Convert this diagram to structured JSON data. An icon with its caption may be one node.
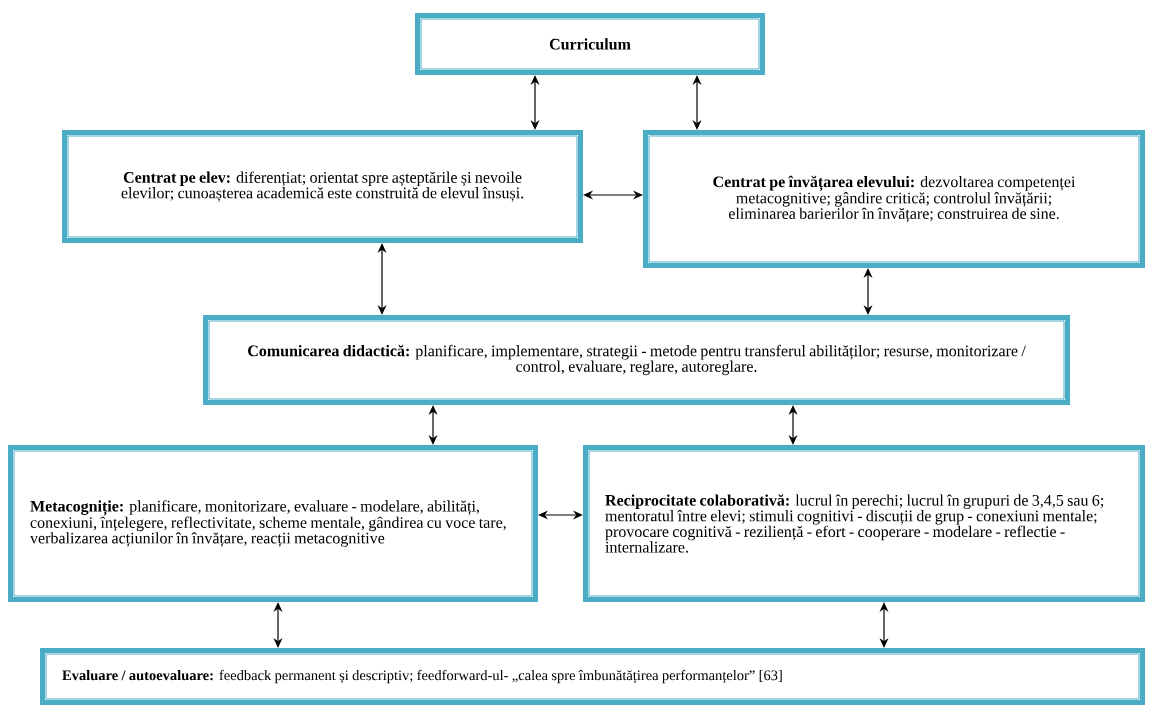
{
  "diagram": {
    "nodes": [
      {
        "text": [
          "**Curriculum**"
        ]
      },
      {
        "text": [
          "**Centrat pe elev:** diferențiat; orientat spre așteptările și nevoile elevilor; cunoașterea academică este construită de elevul însuși."
        ]
      },
      {
        "text": [
          "**Centrat pe învățarea elevului:** dezvoltarea competenței metacognitive; gândire critică; controlul învățării; eliminarea barierilor în învățare; construirea de sine."
        ]
      },
      {
        "text": [
          "**Comunicarea didactică:** planificare, implementare, strategii - metode pentru transferul abilităților; resurse, monitorizare / control, evaluare, reglare, autoreglare."
        ]
      },
      {
        "text": [
          "**Metacogniție:** planificare, monitorizare, evaluare - modelare, abilități, conexiuni, înțelegere, reflectivitate, scheme mentale, gândirea cu voce tare, verbalizarea acțiunilor în învățare, reacții metacognitive"
        ]
      },
      {
        "text": [
          "**Reciprocitate colaborativă:** lucrul în perechi; lucrul în grupuri de 3,4,5 sau 6; mentoratul între elevi; stimuli cognitivi - discuții de grup - conexiuni mentale; provocare cognitivă - reziliență - efort - cooperare - modelare - reflectie - internalizare."
        ]
      },
      {
        "text": [
          "**Evaluare / autoevaluare:** feedback permanent și descriptiv; feedforward-ul- „calea spre îmbunătățirea performanțelor” [63]"
        ]
      }
    ],
    "edges": [
      {
        "from": 0,
        "to": 1,
        "arrow": "both"
      },
      {
        "from": 0,
        "to": 2,
        "arrow": "both"
      },
      {
        "from": 1,
        "to": 2,
        "arrow": "both"
      },
      {
        "from": 1,
        "to": 3,
        "arrow": "both"
      },
      {
        "from": 2,
        "to": 3,
        "arrow": "both"
      },
      {
        "from": 3,
        "to": 4,
        "arrow": "both"
      },
      {
        "from": 3,
        "to": 5,
        "arrow": "both"
      },
      {
        "from": 4,
        "to": 5,
        "arrow": "both"
      },
      {
        "from": 4,
        "to": 6,
        "arrow": "both"
      },
      {
        "from": 5,
        "to": 6,
        "arrow": "both"
      }
    ]
  }
}
